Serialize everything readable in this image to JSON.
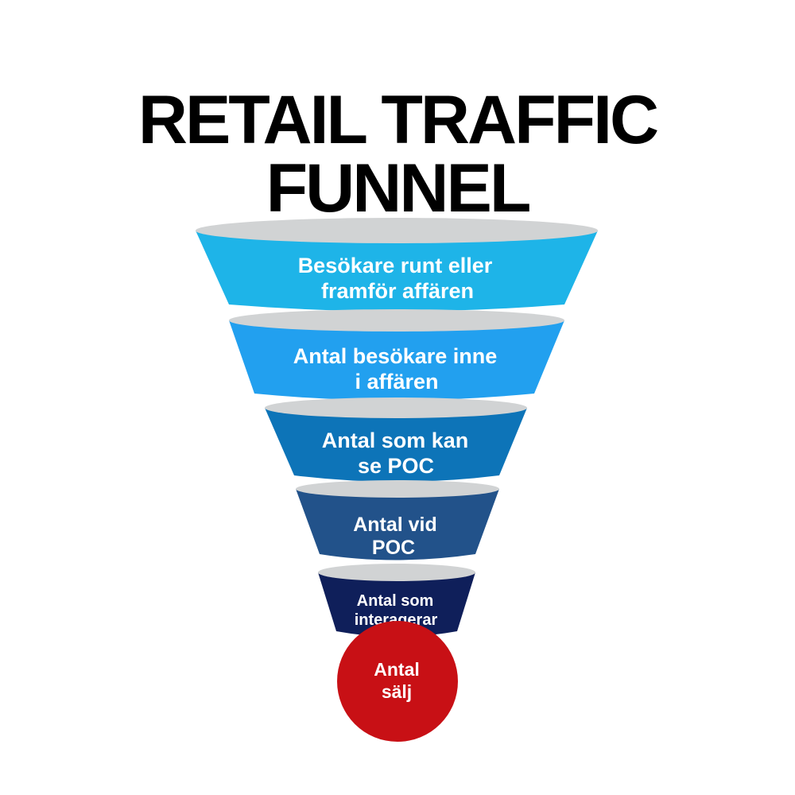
{
  "title": "RETAIL TRAFFIC FUNNEL",
  "stages": [
    {
      "lines": [
        "Besökare runt eller",
        "framför affären"
      ],
      "color": "#1eb4e8"
    },
    {
      "lines": [
        "Antal besökare inne",
        "i affären"
      ],
      "color": "#22a0ef"
    },
    {
      "lines": [
        "Antal som kan",
        "se POC"
      ],
      "color": "#0d74b8"
    },
    {
      "lines": [
        "Antal vid",
        "POC"
      ],
      "color": "#22528a"
    },
    {
      "lines": [
        "Antal som",
        "interagerar"
      ],
      "color": "#0f1f5a"
    }
  ],
  "result": {
    "lines": [
      "Antal",
      "sälj"
    ],
    "color": "#c81015"
  },
  "rim_color": "#d1d3d4"
}
